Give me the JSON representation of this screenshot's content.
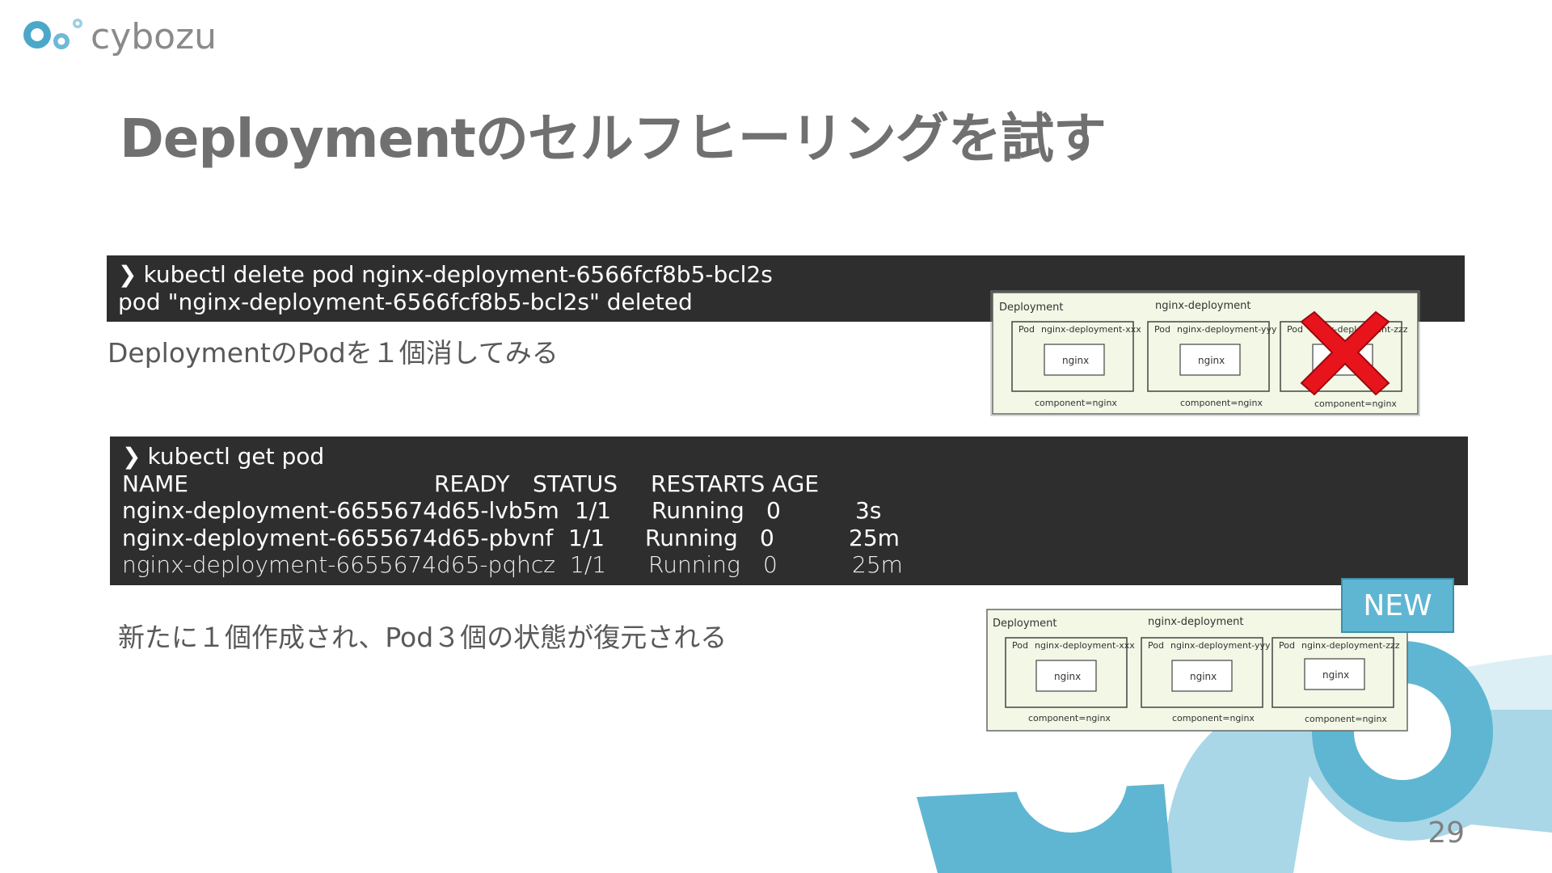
{
  "header": {
    "logo_text": "cybozu",
    "title": "Deploymentのセルフヒーリングを試す"
  },
  "terminal1": {
    "lines": [
      "kubectl delete pod nginx-deployment-6566fcf8b5-bcl2s",
      "pod \"nginx-deployment-6566fcf8b5-bcl2s\" deleted"
    ]
  },
  "caption1": "DeploymentのPodを１個消してみる",
  "diagram1": {
    "deployment_label": "Deployment",
    "deployment_name": "nginx-deployment",
    "pods": [
      {
        "pod_label": "Pod",
        "name": "nginx-deployment-xxx",
        "container": "nginx",
        "label": "component=nginx"
      },
      {
        "pod_label": "Pod",
        "name": "nginx-deployment-yyy",
        "container": "nginx",
        "label": "component=nginx"
      },
      {
        "pod_label": "Pod",
        "name": "nginx-deployment-zzz",
        "container": "nginx",
        "label": "component=nginx"
      }
    ]
  },
  "terminal2": {
    "command": "kubectl get pod",
    "headers": [
      "NAME",
      "READY",
      "STATUS",
      "RESTARTS",
      "AGE"
    ],
    "rows": [
      [
        "nginx-deployment-6655674d65-lvb5m",
        "1/1",
        "Running",
        "0",
        "3s"
      ],
      [
        "nginx-deployment-6655674d65-pbvnf",
        "1/1",
        "Running",
        "0",
        "25m"
      ],
      [
        "nginx-deployment-6655674d65-pqhcz",
        "1/1",
        "Running",
        "0",
        "25m"
      ]
    ]
  },
  "caption2": "新たに１個作成され、Pod３個の状態が復元される",
  "diagram2": {
    "deployment_label": "Deployment",
    "deployment_name": "nginx-deployment",
    "pods": [
      {
        "pod_label": "Pod",
        "name": "nginx-deployment-xxx",
        "container": "nginx",
        "label": "component=nginx"
      },
      {
        "pod_label": "Pod",
        "name": "nginx-deployment-yyy",
        "container": "nginx",
        "label": "component=nginx"
      },
      {
        "pod_label": "Pod",
        "name": "nginx-deployment-zzz",
        "container": "nginx",
        "label": "component=nginx"
      }
    ]
  },
  "new_badge": "NEW",
  "page_number": "29",
  "colors": {
    "accent": "#5fb6d2",
    "terminal_bg": "#2e2e2e",
    "title": "#707070",
    "deployment_fill": "#f2f7e6",
    "delete_mark": "#e8141c"
  },
  "icons": {
    "delete_mark": "red-x-icon",
    "prompt": "chevron-right-icon"
  }
}
